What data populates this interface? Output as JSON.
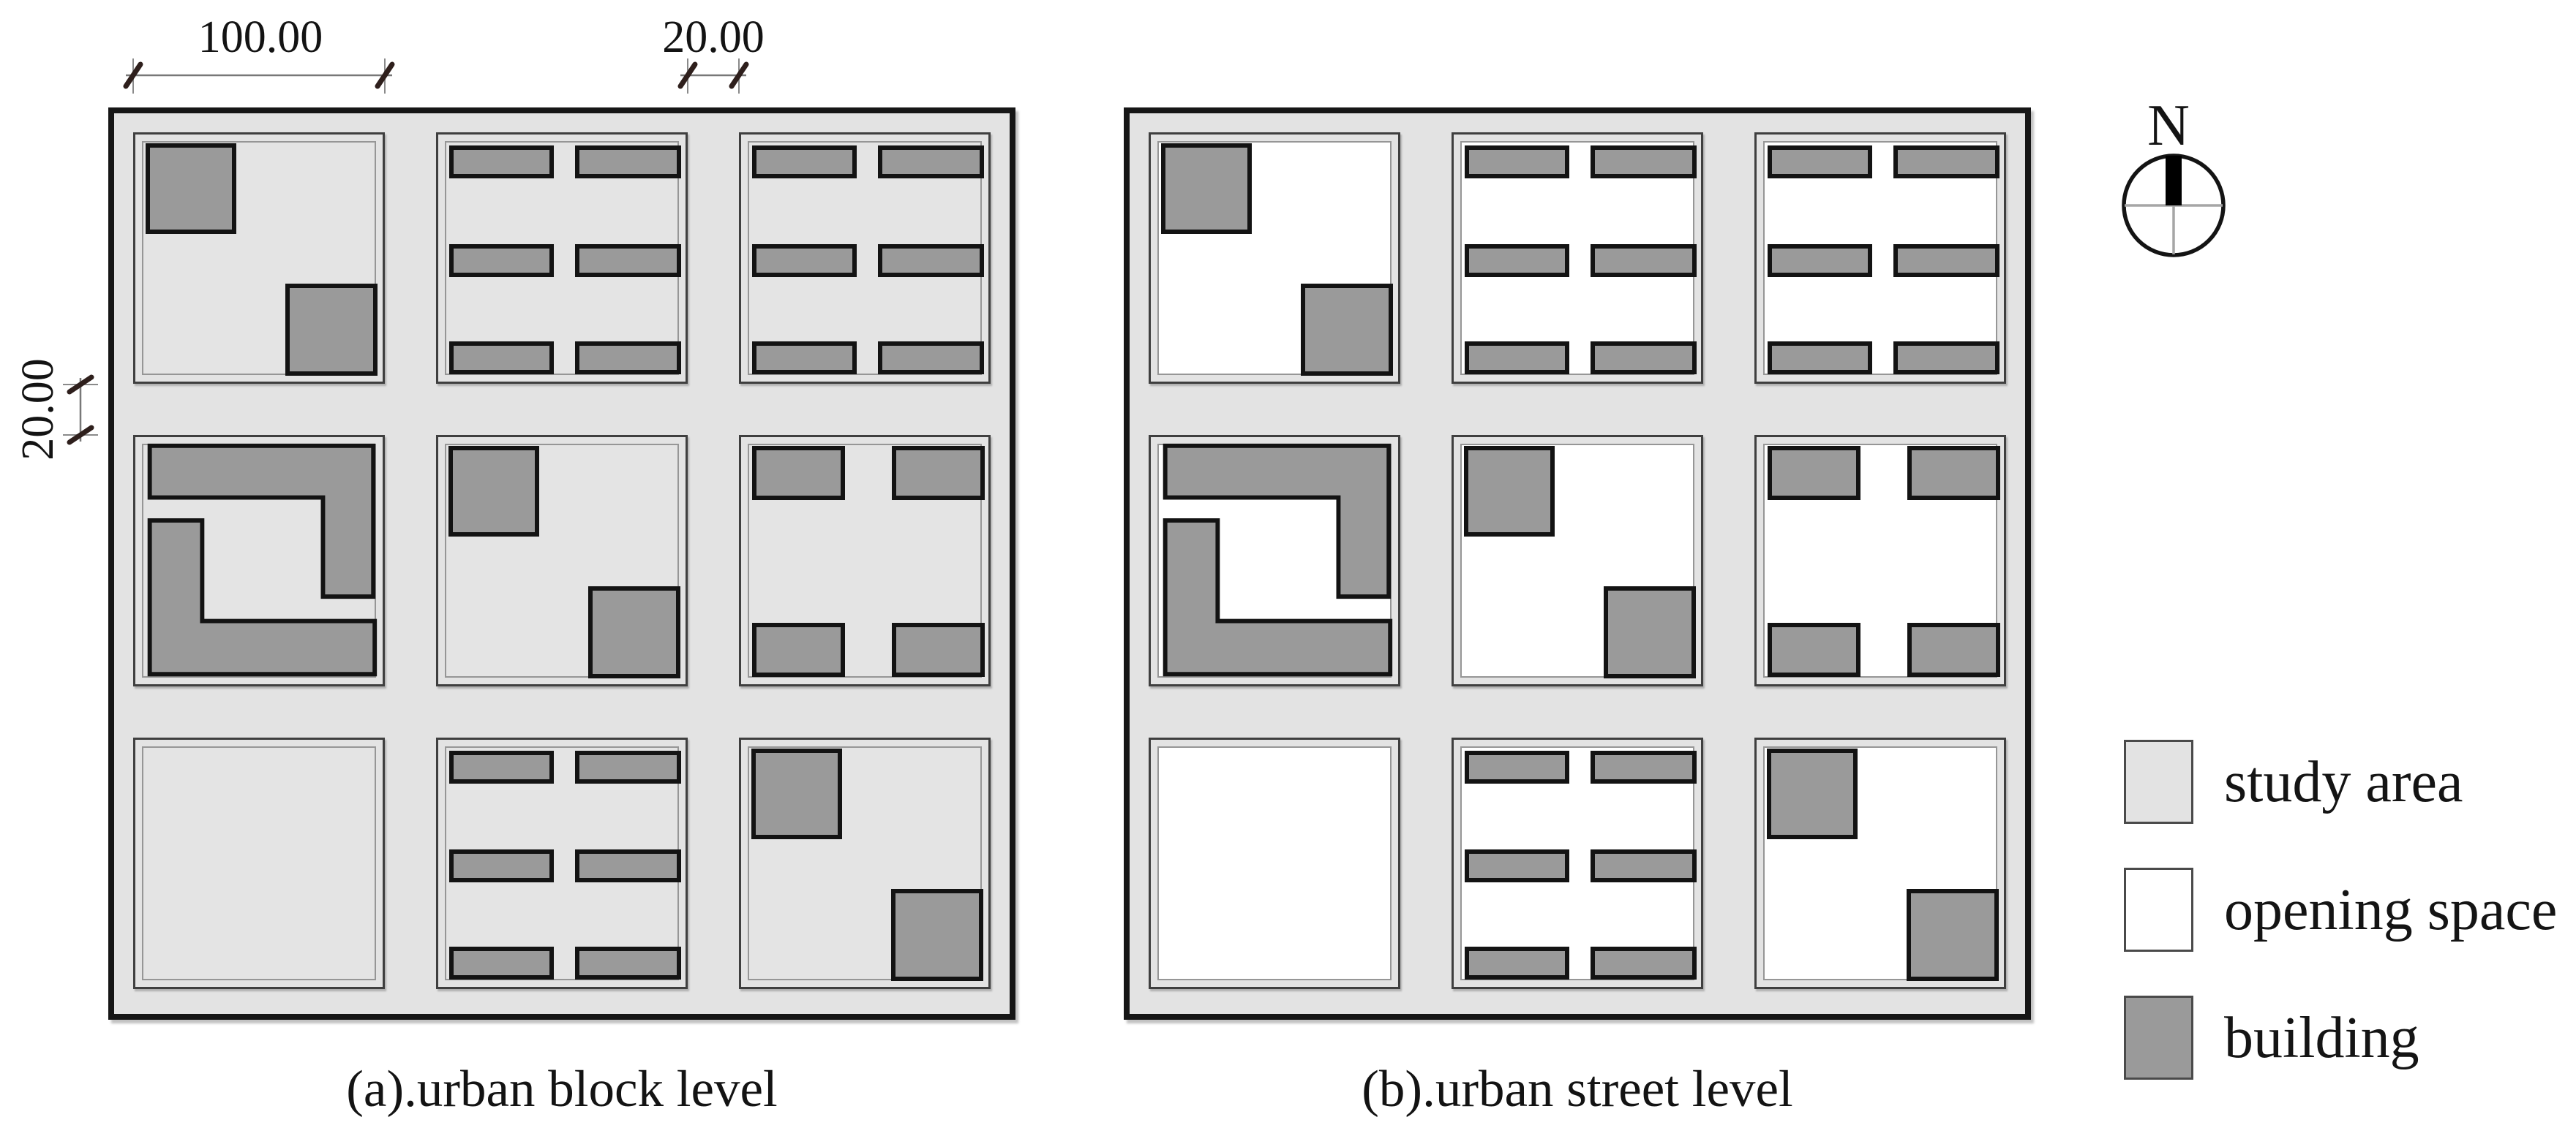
{
  "dimensions": {
    "block_width_label": "100.00",
    "street_width_label": "20.00",
    "street_height_label": "20.00"
  },
  "compass": {
    "label": "N"
  },
  "captions": {
    "panel_a": "(a).urban block level",
    "panel_b": "(b).urban street level"
  },
  "legend": {
    "items": [
      {
        "id": "study-area",
        "label": "study area",
        "color": "#e3e3e3"
      },
      {
        "id": "opening-space",
        "label": "opening space",
        "color": "#ffffff"
      },
      {
        "id": "building",
        "label": "building",
        "color": "#9a9a9a"
      }
    ]
  },
  "colors": {
    "street": "#e3e3e3",
    "study_area": "#e4e4e4",
    "opening_space": "#ffffff",
    "building_fill": "#9a9a9a",
    "building_outline": "#131313",
    "panel_border": "#161616"
  },
  "diagram": {
    "panels": [
      {
        "id": "a",
        "name": "urban block level",
        "interior": "study_area"
      },
      {
        "id": "b",
        "name": "urban street level",
        "interior": "opening_space"
      }
    ],
    "block_grid": [
      [
        "two-squares",
        "six-bars",
        "six-bars"
      ],
      [
        "c-shape",
        "two-squares",
        "corner-courtyard"
      ],
      [
        "empty",
        "six-bars",
        "two-squares"
      ]
    ],
    "shapes": {
      "two-squares": {
        "rects": [
          [
            0.04,
            0.035,
            0.36,
            0.36
          ],
          [
            0.597,
            0.593,
            0.365,
            0.365
          ]
        ]
      },
      "six-bars": {
        "rects": [
          [
            0.044,
            0.044,
            0.415,
            0.13
          ],
          [
            0.544,
            0.044,
            0.421,
            0.13
          ],
          [
            0.044,
            0.436,
            0.415,
            0.13
          ],
          [
            0.544,
            0.436,
            0.421,
            0.13
          ],
          [
            0.044,
            0.822,
            0.415,
            0.13
          ],
          [
            0.544,
            0.822,
            0.421,
            0.13
          ]
        ]
      },
      "corner-courtyard": {
        "rects": [
          [
            0.044,
            0.035,
            0.37,
            0.215
          ],
          [
            0.6,
            0.035,
            0.37,
            0.215
          ],
          [
            0.044,
            0.738,
            0.37,
            0.215
          ],
          [
            0.6,
            0.738,
            0.37,
            0.215
          ]
        ]
      },
      "c-shape": {
        "polygons": [
          [
            [
              0.058,
              0.035
            ],
            [
              0.962,
              0.035
            ],
            [
              0.962,
              0.645
            ],
            [
              0.76,
              0.645
            ],
            [
              0.76,
              0.244
            ],
            [
              0.058,
              0.244
            ]
          ],
          [
            [
              0.058,
              0.337
            ],
            [
              0.27,
              0.337
            ],
            [
              0.27,
              0.744
            ],
            [
              0.968,
              0.744
            ],
            [
              0.968,
              0.958
            ],
            [
              0.058,
              0.958
            ]
          ]
        ]
      },
      "empty": {
        "rects": []
      }
    }
  }
}
